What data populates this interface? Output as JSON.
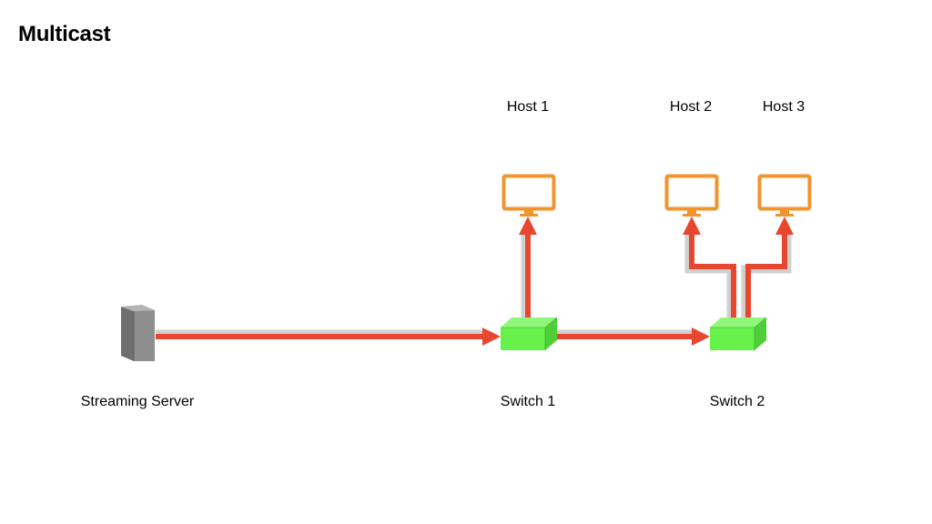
{
  "slide": {
    "title": "Multicast"
  },
  "nodes": {
    "server": {
      "label": "Streaming Server",
      "icon": "server-icon"
    },
    "switch1": {
      "label": "Switch 1",
      "icon": "switch-icon"
    },
    "switch2": {
      "label": "Switch 2",
      "icon": "switch-icon"
    },
    "host1": {
      "label": "Host 1",
      "icon": "monitor-icon"
    },
    "host2": {
      "label": "Host 2",
      "icon": "monitor-icon"
    },
    "host3": {
      "label": "Host 3",
      "icon": "monitor-icon"
    }
  },
  "edges": [
    {
      "from": "Streaming Server",
      "to": "Switch 1"
    },
    {
      "from": "Switch 1",
      "to": "Host 1"
    },
    {
      "from": "Switch 1",
      "to": "Switch 2"
    },
    {
      "from": "Switch 2",
      "to": "Host 2"
    },
    {
      "from": "Switch 2",
      "to": "Host 3"
    }
  ],
  "colors": {
    "arrow": "#e8472f",
    "arrow_shadow": "#c8c8c8",
    "host": "#f0942e",
    "switch_front": "#66f24a",
    "switch_top": "#8ff77a",
    "switch_side": "#4fcf37",
    "server": "#8e8e8e"
  }
}
